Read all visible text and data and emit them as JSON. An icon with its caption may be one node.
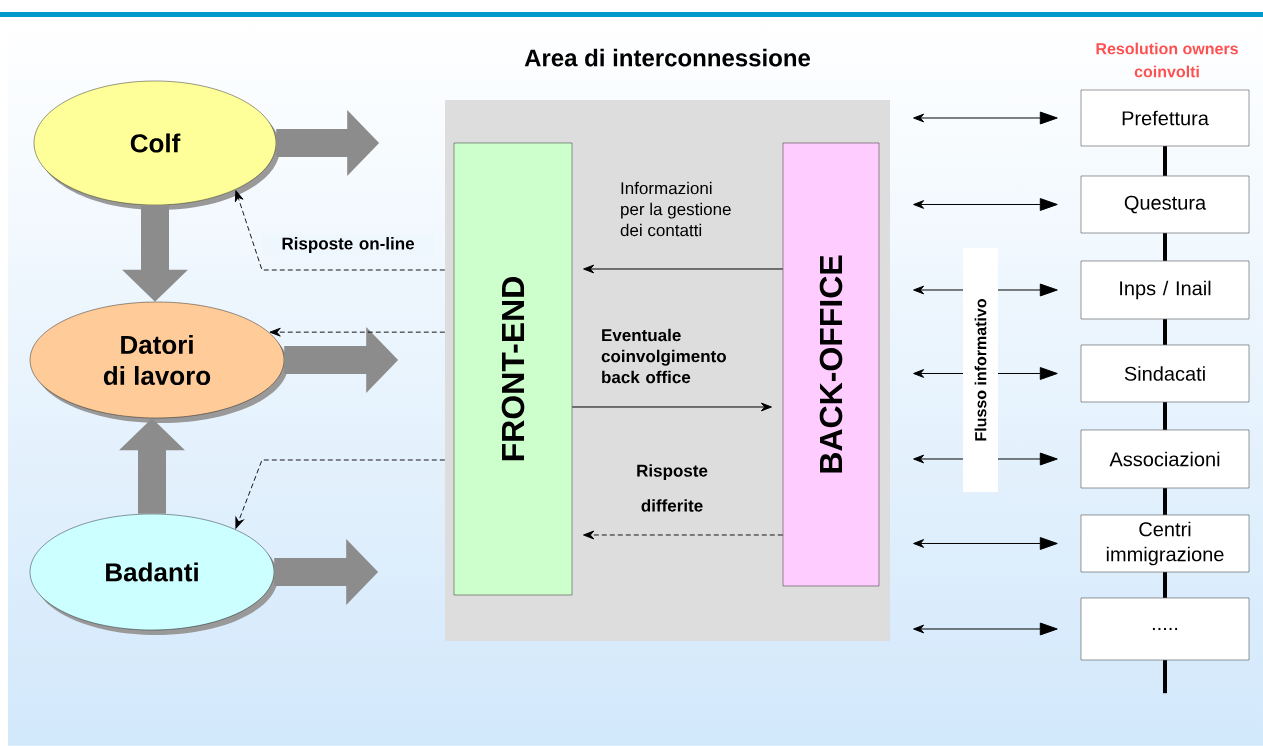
{
  "diagram": {
    "nodes": [
      {
        "text": [
          "Colf"
        ]
      },
      {
        "text": [
          "Datori di lavoro"
        ]
      },
      {
        "text": [
          "Badanti"
        ]
      },
      {
        "text": [
          "Area di interconnessione"
        ]
      },
      {
        "text": [
          "FRONT-END"
        ],
        "in": 3
      },
      {
        "text": [
          "BACK-OFFICE"
        ],
        "in": 3
      },
      {
        "text": [
          "Prefettura"
        ]
      },
      {
        "text": [
          "Questura"
        ]
      },
      {
        "text": [
          "Inps / Inail"
        ]
      },
      {
        "text": [
          "Sindacati"
        ]
      },
      {
        "text": [
          "Associazioni"
        ]
      },
      {
        "text": [
          "Centri immigrazione"
        ]
      },
      {
        "text": [
          "....."
        ]
      }
    ],
    "edges": [
      {
        "from": 0,
        "to": 1,
        "arrow": "to",
        "style": "thick",
        "color": "#8c8c8c"
      },
      {
        "from": 2,
        "to": 1,
        "arrow": "to",
        "style": "thick",
        "color": "#8c8c8c"
      },
      {
        "from": 0,
        "to": null,
        "arrow": "to",
        "style": "thick",
        "color": "#8c8c8c"
      },
      {
        "from": 1,
        "to": null,
        "arrow": "to",
        "style": "thick",
        "color": "#8c8c8c"
      },
      {
        "from": 2,
        "to": null,
        "arrow": "to",
        "style": "thick",
        "color": "#8c8c8c"
      },
      {
        "from": 3,
        "to": 0,
        "arrow": "to",
        "style": "dashed",
        "label": "Risposte on-line"
      },
      {
        "from": 3,
        "to": 1,
        "arrow": "to",
        "style": "dashed"
      },
      {
        "from": 3,
        "to": 2,
        "arrow": "to",
        "style": "dashed"
      },
      {
        "from": 5,
        "to": 4,
        "arrow": "to",
        "label": "Informazioni per la gestione dei contatti"
      },
      {
        "from": 4,
        "to": 5,
        "arrow": "to",
        "label": "Eventuale coinvolgimento back office"
      },
      {
        "from": 5,
        "to": 4,
        "arrow": "to",
        "style": "dashed",
        "label": "Risposte differite"
      },
      {
        "from": 3,
        "to": 6,
        "arrow": "both"
      },
      {
        "from": 3,
        "to": 7,
        "arrow": "both"
      },
      {
        "from": 3,
        "to": 8,
        "arrow": "both"
      },
      {
        "from": 3,
        "to": 9,
        "arrow": "both"
      },
      {
        "from": 3,
        "to": 10,
        "arrow": "both"
      },
      {
        "from": 3,
        "to": 11,
        "arrow": "both"
      },
      {
        "from": 3,
        "to": 12,
        "arrow": "both"
      },
      {
        "from": 6,
        "to": 7,
        "arrow": "none",
        "style": "thick"
      },
      {
        "from": 7,
        "to": 8,
        "arrow": "none",
        "style": "thick"
      },
      {
        "from": 8,
        "to": 9,
        "arrow": "none",
        "style": "thick"
      },
      {
        "from": 9,
        "to": 10,
        "arrow": "none",
        "style": "thick"
      },
      {
        "from": 10,
        "to": 11,
        "arrow": "none",
        "style": "thick"
      },
      {
        "from": 11,
        "to": 12,
        "arrow": "none",
        "style": "thick"
      },
      {
        "from": 12,
        "to": null,
        "arrow": "none",
        "style": "thick"
      }
    ],
    "labels": [
      "Resolution owners coinvolti",
      "Flusso informativo"
    ]
  }
}
